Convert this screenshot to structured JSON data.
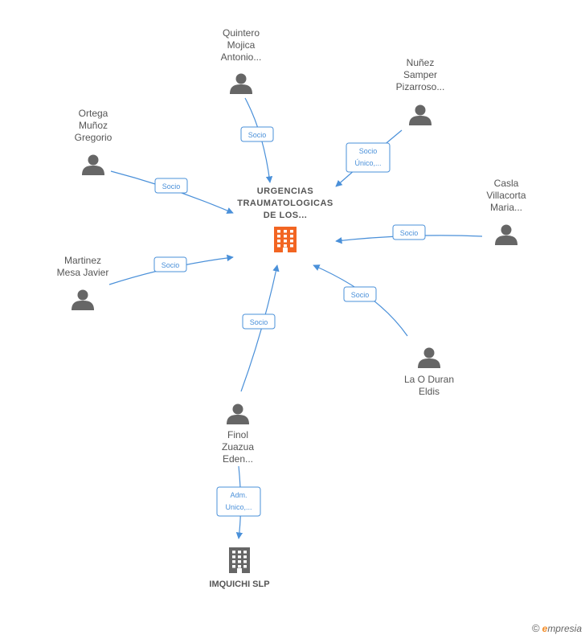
{
  "center": {
    "lines": [
      "URGENCIAS",
      "TRAUMATOLOGICAS",
      "DE LOS..."
    ],
    "color": "#f26522"
  },
  "people": [
    {
      "id": "quintero",
      "lines": [
        "Quintero",
        "Mojica",
        "Antonio..."
      ]
    },
    {
      "id": "nunez",
      "lines": [
        "Nuñez",
        "Samper",
        "Pizarroso..."
      ]
    },
    {
      "id": "ortega",
      "lines": [
        "Ortega",
        "Muñoz",
        "Gregorio"
      ]
    },
    {
      "id": "casla",
      "lines": [
        "Casla",
        "Villacorta",
        "Maria..."
      ]
    },
    {
      "id": "martinez",
      "lines": [
        "Martinez",
        "Mesa Javier"
      ]
    },
    {
      "id": "laoduran",
      "lines": [
        "La O Duran",
        "Eldis"
      ]
    },
    {
      "id": "finol",
      "lines": [
        "Finol",
        "Zuazua",
        "Eden..."
      ]
    }
  ],
  "company": {
    "id": "imquichi",
    "lines": [
      "IMQUICHI SLP"
    ],
    "color": "#666666"
  },
  "edges": [
    {
      "id": "quintero",
      "badge": [
        "Socio"
      ]
    },
    {
      "id": "nunez",
      "badge": [
        "Socio",
        "Único,..."
      ]
    },
    {
      "id": "ortega",
      "badge": [
        "Socio"
      ]
    },
    {
      "id": "casla",
      "badge": [
        "Socio"
      ]
    },
    {
      "id": "martinez",
      "badge": [
        "Socio"
      ]
    },
    {
      "id": "laoduran",
      "badge": [
        "Socio"
      ]
    },
    {
      "id": "finol",
      "badge": [
        "Socio"
      ]
    },
    {
      "id": "finol-imquichi",
      "badge": [
        "Adm.",
        "Unico,..."
      ]
    }
  ],
  "footer": {
    "copyright": "©",
    "brand_first": "e",
    "brand_rest": "mpresia"
  },
  "colors": {
    "edge": "#4a90d9",
    "person": "#666666"
  },
  "icons": {
    "person": "person-icon",
    "building": "building-icon"
  }
}
